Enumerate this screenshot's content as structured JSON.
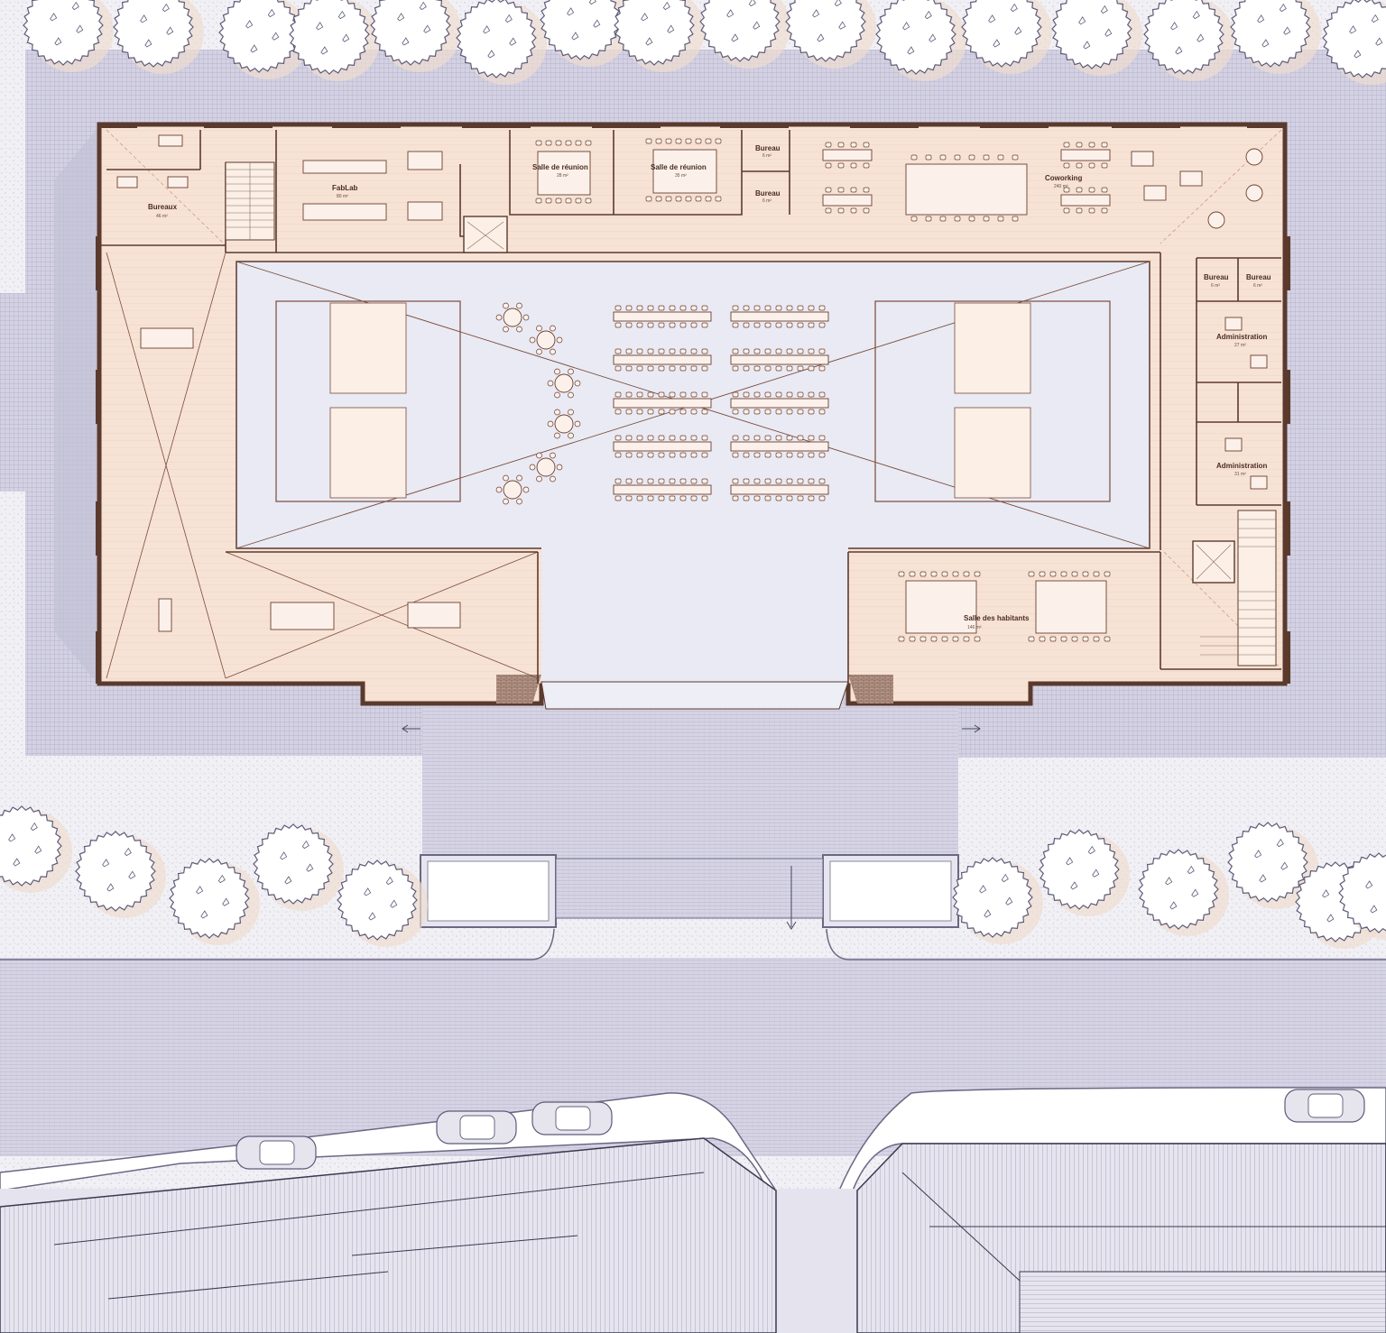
{
  "colors": {
    "paving": "#cfcde0",
    "paving_line": "#b4b1cc",
    "grass": "#eeedf3",
    "building_floor": "#f6e2d4",
    "wall": "#5b3a2e",
    "atrium": "#e8e9f3",
    "roof": "#e4e2ec",
    "roof_line": "#9c99b4",
    "tree_shadow": "#f1dfd3",
    "tree_outline": "#6a6883",
    "road": "#ffffff"
  },
  "rooms": [
    {
      "id": "bureaux",
      "label": "Bureaux",
      "area": "46 m²"
    },
    {
      "id": "fablab",
      "label": "FabLab",
      "area": "80 m²"
    },
    {
      "id": "reunion1",
      "label": "Salle de réunion",
      "area": "28 m²"
    },
    {
      "id": "reunion2",
      "label": "Salle de réunion",
      "area": "35 m²"
    },
    {
      "id": "bureau1",
      "label": "Bureau",
      "area": "6 m²"
    },
    {
      "id": "bureau2",
      "label": "Bureau",
      "area": "6 m²"
    },
    {
      "id": "coworking",
      "label": "Coworking",
      "area": "240 m²"
    },
    {
      "id": "bureau3",
      "label": "Bureau",
      "area": "6 m²"
    },
    {
      "id": "bureau4",
      "label": "Bureau",
      "area": "6 m²"
    },
    {
      "id": "admin1",
      "label": "Administration",
      "area": "27 m²"
    },
    {
      "id": "admin2",
      "label": "Administration",
      "area": "31 m²"
    },
    {
      "id": "habitants",
      "label": "Salle des habitants",
      "area": "146 m²"
    }
  ]
}
